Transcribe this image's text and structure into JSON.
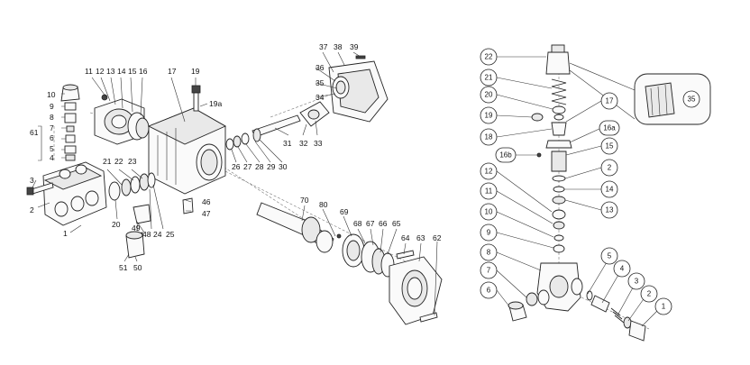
{
  "left_diagram": {
    "labels": [
      "11",
      "12",
      "13",
      "14",
      "15",
      "16",
      "17",
      "19",
      "19a",
      "10",
      "9",
      "8",
      "7",
      "6",
      "5",
      "4",
      "61",
      "3",
      "2",
      "1",
      "21",
      "22",
      "23",
      "20",
      "24",
      "25",
      "46",
      "47",
      "49",
      "48",
      "51",
      "50",
      "37",
      "38",
      "39",
      "36",
      "35",
      "34",
      "31",
      "32",
      "33",
      "26",
      "27",
      "28",
      "29",
      "30",
      "70",
      "80",
      "69",
      "68",
      "67",
      "66",
      "65",
      "64",
      "63",
      "62"
    ]
  },
  "right_diagram": {
    "labels": [
      "22",
      "21",
      "20",
      "19",
      "18",
      "16b",
      "12",
      "11",
      "10",
      "9",
      "8",
      "7",
      "6",
      "17",
      "16a",
      "15",
      "2",
      "14",
      "13",
      "5",
      "4",
      "3",
      "2",
      "1",
      "35"
    ]
  }
}
